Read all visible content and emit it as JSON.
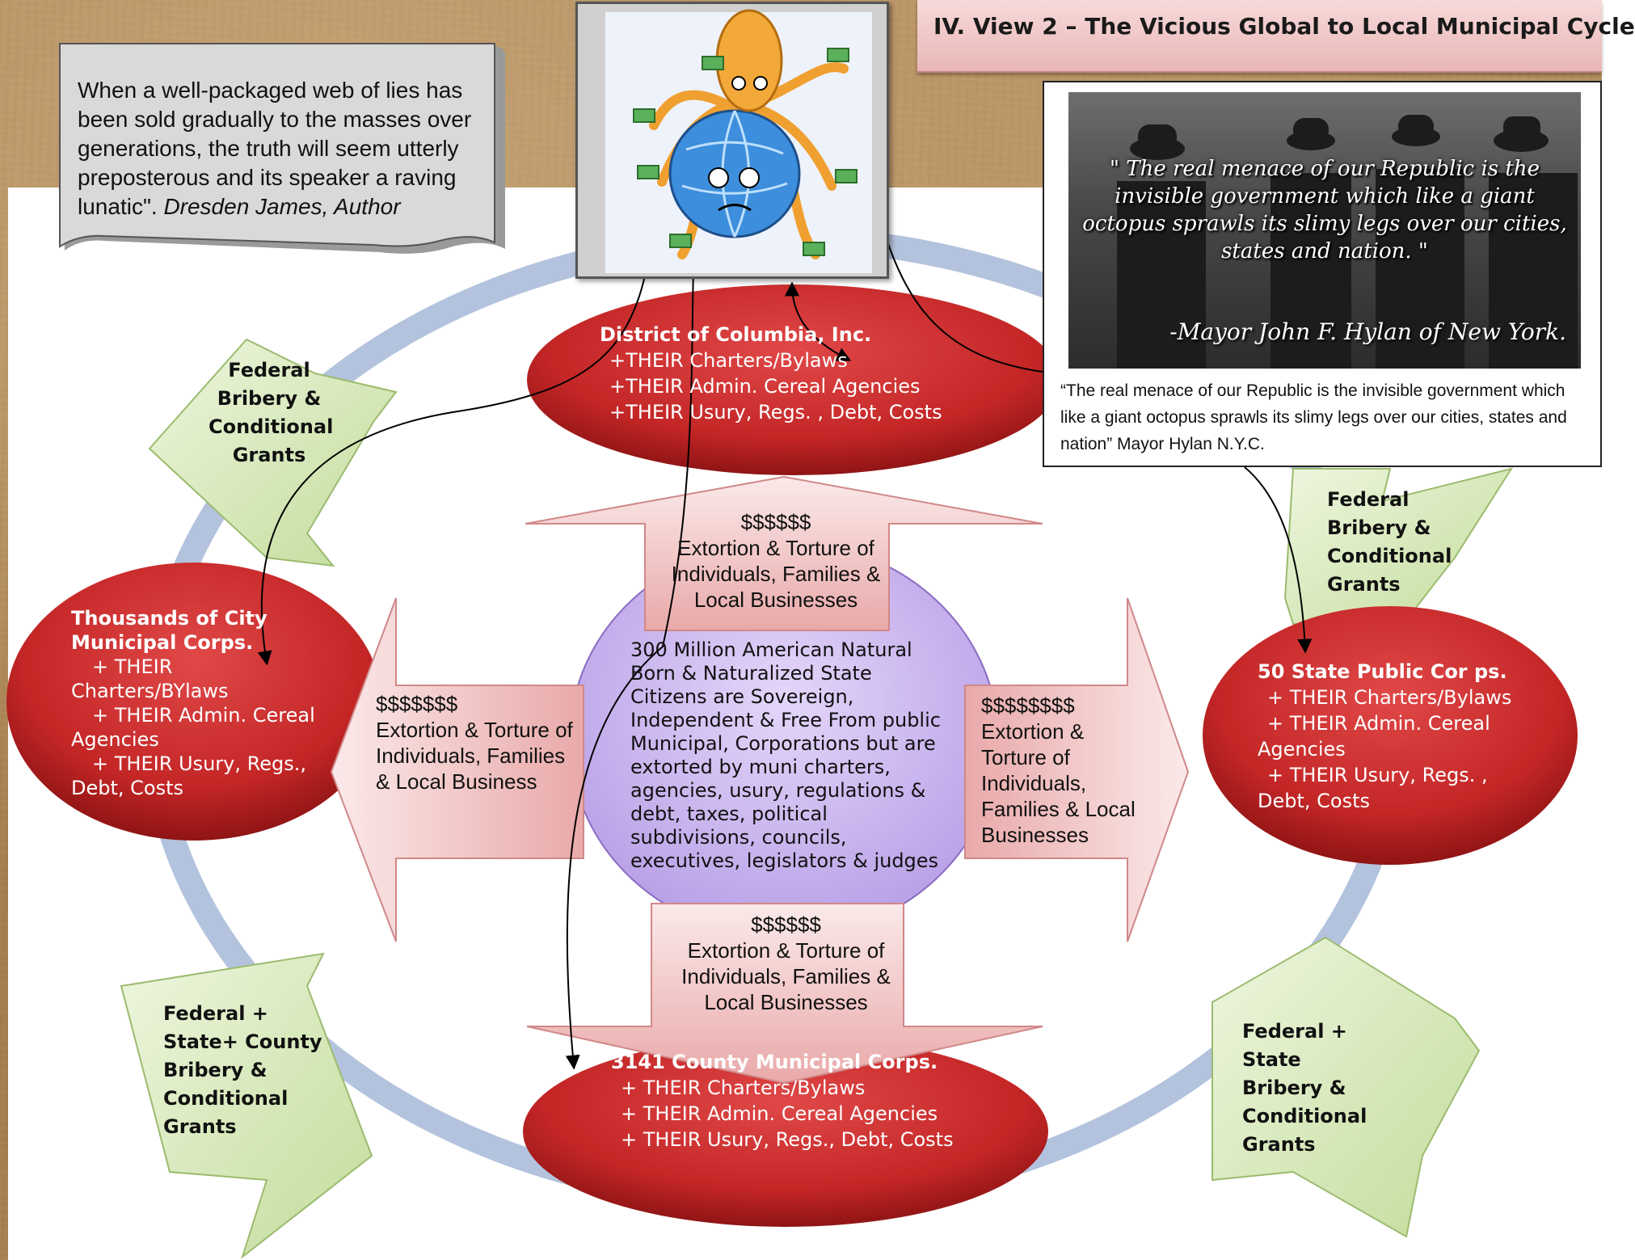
{
  "title": "IV. View 2 – The Vicious Global to Local Municipal Cycle",
  "quote_box": {
    "text": "When a well-packaged web of lies has been sold gradually to the masses over generations, the truth will seem utterly preposterous and its speaker a raving lunatic\".",
    "author": "Dresden James, Author"
  },
  "photo_quote": {
    "overlay_text": "\" The real menace of our Republic is the invisible government which like a giant octopus sprawls its slimy legs over our cities, states and nation. \"",
    "overlay_attribution": "-Mayor John F. Hylan of New York.",
    "caption": "“The real menace of our Republic is the invisible government which like a giant octopus sprawls its slimy legs over our cities, states and nation” Mayor  Hylan N.Y.C."
  },
  "nodes": {
    "dc": {
      "heading": "District of Columbia, Inc.",
      "line1": "+THEIR Charters/Bylaws",
      "line2": "+THEIR Admin. Cereal Agencies",
      "line3": "+THEIR  Usury, Regs. , Debt, Costs"
    },
    "city": {
      "heading1": "Thousands of City",
      "heading2": "Municipal Corps.",
      "line1": "+ THEIR",
      "line2": "Charters/BYlaws",
      "line3": "+ THEIR Admin. Cereal",
      "line4": "Agencies",
      "line5": "+ THEIR  Usury, Regs.,",
      "line6": "Debt, Costs"
    },
    "state": {
      "heading": "50 State  Public Cor ps.",
      "line1": "+ THEIR Charters/Bylaws",
      "line2": "+ THEIR Admin.  Cereal",
      "line3": "Agencies",
      "line4": "+ THEIR Usury, Regs. ,",
      "line5": "Debt, Costs"
    },
    "county": {
      "heading": "3141 County Municipal Corps.",
      "line1": "+ THEIR Charters/Bylaws",
      "line2": "+  THEIR Admin. Cereal  Agencies",
      "line3": "+  THEIR Usury, Regs., Debt, Costs"
    }
  },
  "center": {
    "text": "300 Million American Natural Born & Naturalized State Citizens are Sovereign, Independent & Free From  public Municipal, Corporations  but are extorted by  muni charters, agencies, usury, regulations  & debt, taxes, political subdivisions, councils, executives, legislators & judges"
  },
  "arrows": {
    "up": {
      "money": "$$$$$$",
      "text": "Extortion & Torture of Individuals, Families & Local Businesses"
    },
    "left": {
      "money": "$$$$$$$",
      "text": "Extortion & Torture of Individuals, Families & Local Business"
    },
    "right": {
      "money": "$$$$$$$$",
      "text": "Extortion & Torture of Individuals, Families & Local Businesses"
    },
    "down": {
      "money": "$$$$$$",
      "text": "Extortion & Torture of Individuals, Families & Local Businesses"
    }
  },
  "grants": {
    "top_left": {
      "l1": "Federal",
      "l2": "Bribery &",
      "l3": "Conditional",
      "l4": "Grants"
    },
    "top_right": {
      "l1": "Federal",
      "l2": "Bribery &",
      "l3": "Conditional",
      "l4": "Grants"
    },
    "bottom_left": {
      "l1": "Federal +",
      "l2": "State+ County",
      "l3": "Bribery &",
      "l4": "Conditional",
      "l5": "Grants"
    },
    "bottom_right": {
      "l1": "Federal +",
      "l2": "State",
      "l3": "Bribery  &",
      "l4": "Conditional",
      "l5": "Grants"
    }
  },
  "colors": {
    "node_red": "#c62a2a",
    "ring_blue": "#b3c3dd",
    "center_purple": "#cdb7ee",
    "grant_green": "#d4e6b4",
    "extortion_pink": "#f2c4c4"
  }
}
